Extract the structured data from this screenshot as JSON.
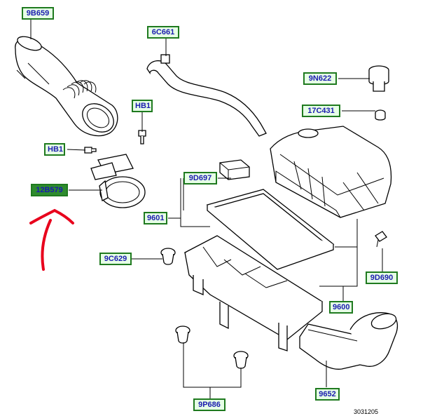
{
  "parts": {
    "9B659": "9B659",
    "6C661": "6C661",
    "9N622": "9N622",
    "HB1_upper": "HB1",
    "17C431": "17C431",
    "HB1_lower": "HB1",
    "9D697": "9D697",
    "12B579": "12B579",
    "9601": "9601",
    "9C629": "9C629",
    "9D690": "9D690",
    "9600": "9600",
    "9652": "9652",
    "9P686": "9P686"
  },
  "highlighted_part": "12B579",
  "annotation_color": "#e8001c",
  "label_colors": {
    "border": "#1f7a1f",
    "fill": "#e6ffe6",
    "text": "#1a1ab0",
    "highlight_fill": "#2e8b2e"
  },
  "reference_number": "3031205"
}
